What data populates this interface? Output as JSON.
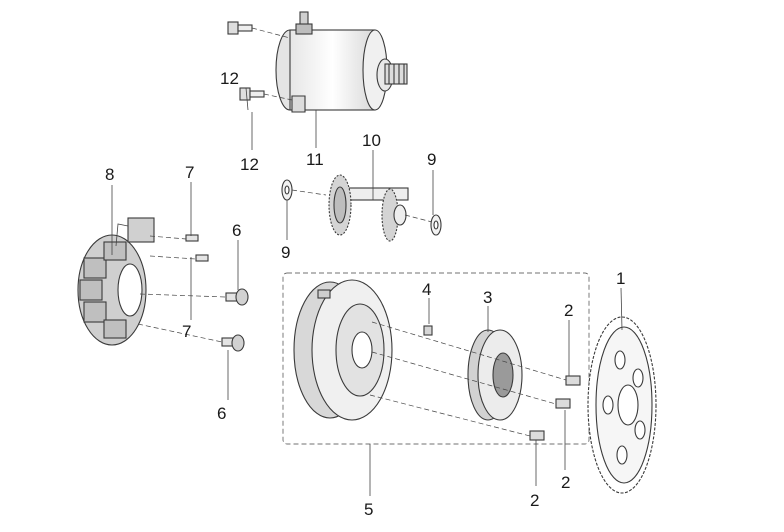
{
  "diagram": {
    "callouts": {
      "c1": "1",
      "c2a": "2",
      "c2b": "2",
      "c2c": "2",
      "c3": "3",
      "c4": "4",
      "c5": "5",
      "c6a": "6",
      "c6b": "6",
      "c7a": "7",
      "c7b": "7",
      "c8": "8",
      "c9a": "9",
      "c9b": "9",
      "c10": "10",
      "c11": "11",
      "c12a": "12",
      "c12b": "12"
    },
    "colors": {
      "line": "#444444",
      "part_fill": "#f4f4f4",
      "part_shade": "#d6d6d6",
      "dark": "#333333"
    }
  }
}
